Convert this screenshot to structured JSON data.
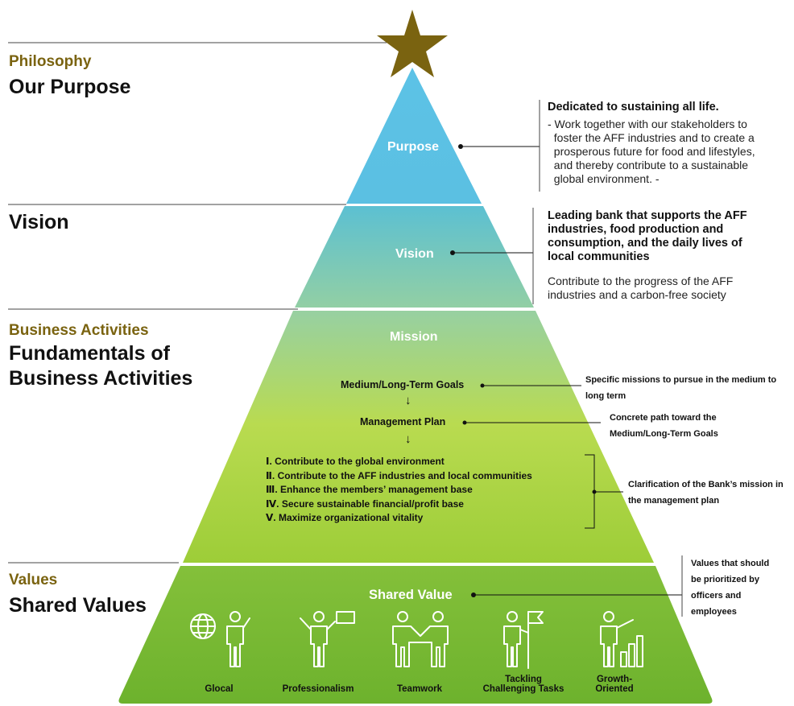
{
  "left_labels": {
    "philosophy_category": "Philosophy",
    "philosophy_heading": "Our Purpose",
    "vision_heading": "Vision",
    "business_category": "Business Activities",
    "business_heading_line1": "Fundamentals of",
    "business_heading_line2": "Business Activities",
    "values_category": "Values",
    "values_heading": "Shared Values"
  },
  "pyramid": {
    "purpose_label": "Purpose",
    "vision_label": "Vision",
    "mission_label": "Mission",
    "goals_label": "Medium/Long-Term Goals",
    "arrow": "↓",
    "plan_label": "Management Plan",
    "plan_items": [
      "Ⅰ. Contribute to the global environment",
      "Ⅱ. Contribute to the AFF industries and local communities",
      "Ⅲ. Enhance the members’ management base",
      "Ⅳ. Secure sustainable financial/profit base",
      "Ⅴ. Maximize organizational vitality"
    ],
    "shared_value_label": "Shared Value",
    "values_icons": [
      {
        "label": "Glocal",
        "icon": "globe-person-icon"
      },
      {
        "label": "Professionalism",
        "icon": "presenter-icon"
      },
      {
        "label": "Teamwork",
        "icon": "handshake-icon"
      },
      {
        "label": "Tackling\nChallenging Tasks",
        "icon": "flag-person-icon"
      },
      {
        "label": "Growth-\nOriented",
        "icon": "growth-chart-icon"
      }
    ]
  },
  "annotations": {
    "purpose_title": "Dedicated to sustaining all life.",
    "purpose_text": "- Work together with our stakeholders to\n  foster the AFF industries and to create a\n  prosperous future for food and lifestyles,\n  and thereby contribute to a sustainable\n  global environment. -",
    "vision_title": "Leading bank that supports the AFF\nindustries, food production and\nconsumption, and the daily lives of\nlocal communities",
    "vision_text": "Contribute to the progress of the AFF\nindustries and a carbon-free society",
    "goals_note": "Specific missions to pursue in the medium to\nlong term",
    "plan_note": "Concrete path toward the\nMedium/Long-Term Goals",
    "clarification_note": "Clarification of the Bank’s mission in\nthe management plan",
    "shared_value_note": "Values that should\nbe prioritized by\nofficers and\nemployees"
  },
  "colors": {
    "star": "#7a6310",
    "category_text": "#7a6310",
    "purpose_top": "#5cc3e6",
    "vision_top": "#5dc0cf",
    "mission_mid": "#b0d860",
    "values_green": "#78b832"
  }
}
